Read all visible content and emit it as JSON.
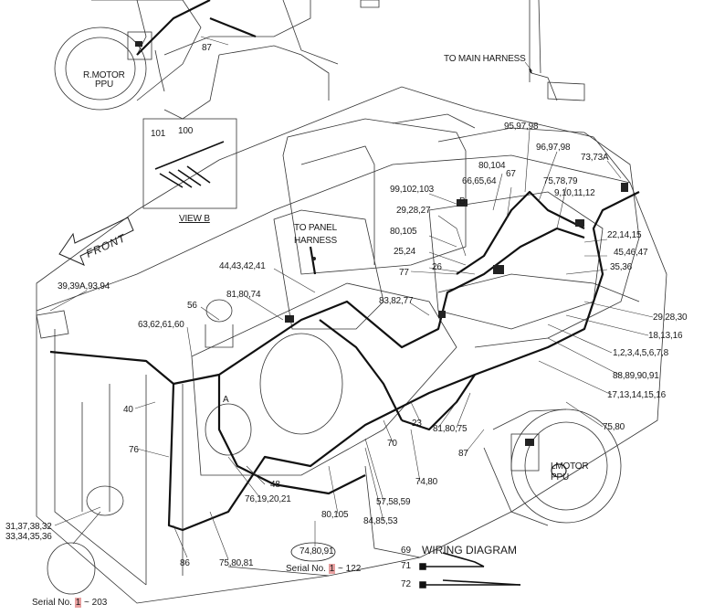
{
  "labels": {
    "motor_left_top": "R.MOTOR",
    "ppu_left_top": "PPU",
    "n87_top": "87",
    "to_main": "TO MAIN HARNESS",
    "n95": "95,97,98",
    "n96": "96,97,98",
    "n73": "73,73A",
    "n80_104": "80,104",
    "n66": "66,65,64",
    "n67": "67",
    "n75_78": "75,78,79",
    "n9": "9,10,11,12",
    "n99": "99,102,103",
    "nB": "B",
    "n29_top": "29,28,27",
    "n80_105_r": "80,105",
    "n25": "25,24",
    "n77": "77",
    "n26": "26",
    "n22": "22,14,15",
    "n45": "45,46,47",
    "n35": "35,36",
    "to_panel": "TO PANEL",
    "harness": "HARNESS",
    "n44": "44,43,42,41",
    "n39": "39,39A,93,94",
    "n81_74": "81,80,74",
    "n56": "56",
    "n63": "63,62,61,60",
    "n83": "83,82,77",
    "n29_r": "29,28,30",
    "n18": "18,13,16",
    "n1": "1,2,3,4,5,6,7,8",
    "n88": "88,89,90,91",
    "n17": "17,13,14,15,16",
    "n75_80_r": "75,80",
    "n40": "40",
    "nA": "A",
    "n23": "23",
    "n81_75": "81,80,75",
    "n76": "76",
    "n70": "70",
    "n87_bot": "87",
    "n48": "48",
    "n74_80": "74,80",
    "n76_19": "76,19,20,21",
    "n57": "57,58,59",
    "n80_105_b": "80,105",
    "n84": "84,85,53",
    "n31": "31,37,38,32",
    "n33": "33,34,35,36",
    "n86": "86",
    "n75_80_81": "75,80,81",
    "n74_80_91": "74,80,91",
    "lmotor": "LMOTOR",
    "ppu_right": "PPU"
  },
  "view_b": {
    "n101": "101",
    "n100": "100",
    "caption": "VIEW  B"
  },
  "front_arrow": "FRONT",
  "serial_1": {
    "prefix": "Serial No. ",
    "hl": "1",
    "suffix": " ~ 122"
  },
  "serial_2": {
    "prefix": "Serial No. ",
    "hl": "1",
    "suffix": " ~ 203"
  },
  "legend": {
    "title": "WIRING DIAGRAM",
    "n69": "69",
    "n71": "71",
    "n72": "72"
  },
  "colors": {
    "line": "#222222",
    "highlight": "#e8a0a0"
  }
}
